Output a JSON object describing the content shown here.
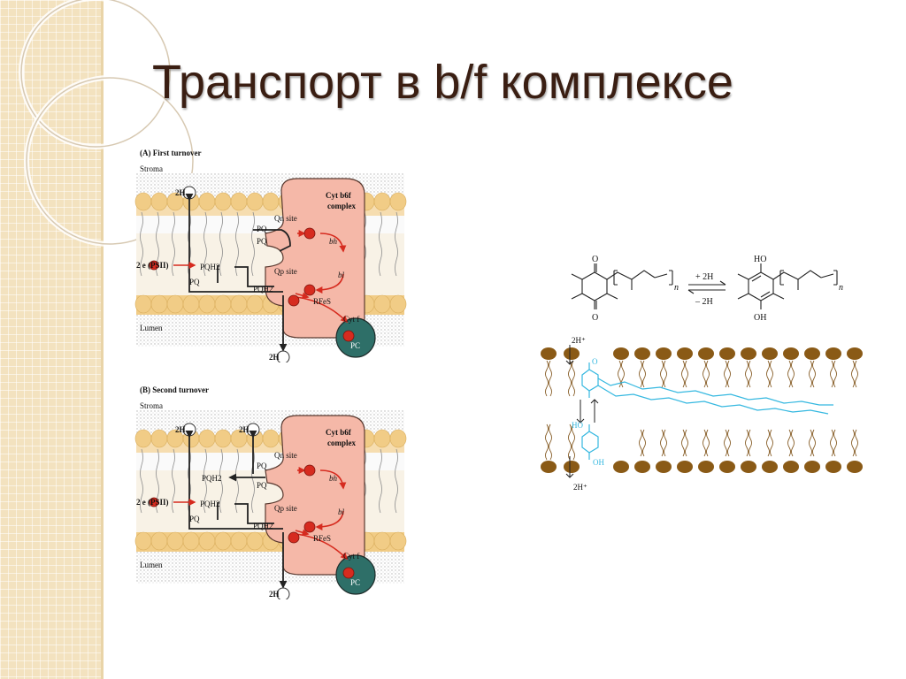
{
  "slide": {
    "title": "Транспорт в b/f комплексе"
  },
  "panel_a": {
    "heading": "(A)  First turnover",
    "stroma": "Stroma",
    "lumen": "Lumen",
    "h_top": "2H",
    "h_bottom": "2H",
    "complex_line1": "Cyt b6f",
    "complex_line2": "complex",
    "qn_site": "Qn site",
    "pq1": "PQ",
    "pq2": "PQ",
    "psii": "2 e (PSII)",
    "pqh2_left": "PQH2",
    "pq_left": "PQ",
    "qp_site": "Qp site",
    "pqh2_center": "PQH2",
    "bh": "bh",
    "bl": "bl",
    "rfes": "RFeS",
    "cytf": "Cyt f",
    "pc": "PC",
    "e": "e"
  },
  "panel_b": {
    "heading": "(B)  Second turnover",
    "stroma": "Stroma",
    "lumen": "Lumen",
    "h_top1": "2H",
    "h_top2": "2H",
    "h_bottom": "2H",
    "complex_line1": "Cyt b6f",
    "complex_line2": "complex",
    "qn_site": "Qn site",
    "pq": "PQ",
    "pq2": "PQ",
    "pqh2_up": "PQH2",
    "psii": "2 e (PSII)",
    "pqh2_left": "PQH2",
    "pq_left": "PQ",
    "qp_site": "Qp site",
    "pqh2_center": "PQH2",
    "bh": "bh",
    "bl": "bl",
    "rfes": "RFeS",
    "cytf": "Cyt f",
    "pc": "PC",
    "e": "e"
  },
  "chem": {
    "o_top": "O",
    "o_bottom": "O",
    "n_left": "n",
    "forward": "+ 2H",
    "reverse": "– 2H",
    "ho_top": "HO",
    "oh_bottom": "OH",
    "n_right": "n"
  },
  "membrane": {
    "h_top": "2H⁺",
    "h_bottom": "2H⁺",
    "o_label": "O",
    "ho_label": "HO",
    "oh_label": "OH"
  },
  "colors": {
    "sidebar": "#f3e2bf",
    "title": "#3a1e12",
    "protein": "#f5b8a8",
    "lipid_head": "#f1cc86",
    "electron": "#d62b1f",
    "pc": "#2e6f68",
    "membrane_head": "#8a5a16",
    "quinone": "#35b8e0"
  }
}
